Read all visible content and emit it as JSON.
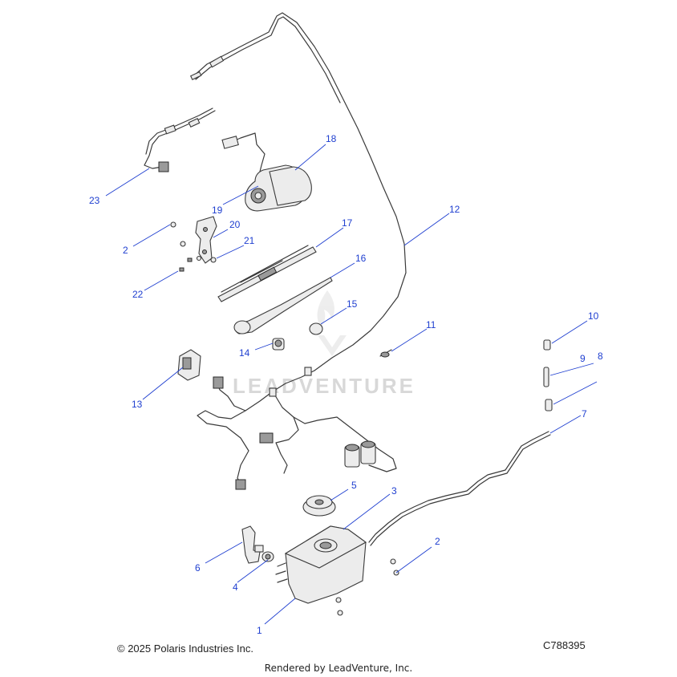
{
  "watermark": {
    "text": "LEADVENTURE"
  },
  "callouts": [
    "1",
    "2",
    "3",
    "4",
    "5",
    "6",
    "7",
    "8",
    "9",
    "10",
    "11",
    "12",
    "13",
    "14",
    "15",
    "16",
    "17",
    "18",
    "19",
    "20",
    "21",
    "22",
    "23",
    "2"
  ],
  "footer": {
    "copyright": "© 2025 Polaris Industries Inc.",
    "diagram_code": "C788395",
    "rendered_by": "Rendered by LeadVenture, Inc."
  },
  "colors": {
    "callout": "#1f3fd0",
    "line_art": "#3a3a3a",
    "watermark": "#d8d8d8"
  }
}
